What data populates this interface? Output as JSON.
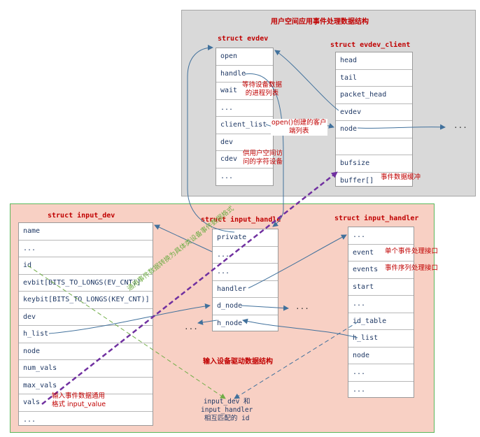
{
  "user_space": {
    "title": "用户空间应用事件处理数据结构",
    "evdev": {
      "title": "struct evdev",
      "fields": [
        "open",
        "handle",
        "wait",
        "...",
        "client_list",
        "dev",
        "cdev",
        "..."
      ]
    },
    "evdev_client": {
      "title": "struct evdev_client",
      "fields": [
        "head",
        "tail",
        "packet_head",
        "evdev",
        "node",
        "",
        "bufsize",
        "buffer[]"
      ]
    },
    "notes": {
      "wait_line1": "等待设备数据",
      "wait_line2": "的进程列表",
      "cdev_line1": "供用户空间访",
      "cdev_line2": "问的字符设备",
      "client_line1": "open()创建的客户",
      "client_line2": "端列表",
      "buffer": "事件数据缓冲"
    },
    "trailing_dots": "..."
  },
  "kernel_space": {
    "title": "输入设备驱动数据结构",
    "input_dev": {
      "title": "struct input_dev",
      "fields": [
        "name",
        "...",
        "id",
        "evbit[BITS_TO_LONGS(EV_CNT)]",
        "keybit[BITS_TO_LONGS(KEY_CNT)]",
        "dev",
        "h_list",
        "node",
        "num_vals",
        "max_vals",
        "vals",
        "..."
      ]
    },
    "input_handle": {
      "title": "struct input_handle",
      "fields": [
        "private",
        "...",
        "...",
        "handler",
        "d_node",
        "h_node"
      ]
    },
    "input_handler": {
      "title": "struct input_handler",
      "fields": [
        "...",
        "event",
        "events",
        "start",
        "...",
        "id_table",
        "h_list",
        "node",
        "...",
        "..."
      ]
    },
    "notes": {
      "event": "单个事件处理接口",
      "events": "事件序列处理接口",
      "vals_line1": "输入事件数据通用",
      "vals_line2": "格式 input_value",
      "diagonal": "通用事件数据转换为具体类设备事件数据格式"
    },
    "match": {
      "line1": "input_dev 和",
      "line2": "input_handler",
      "line3": "相互匹配的 id"
    },
    "dots_d_node": "...",
    "dots_h_node": "..."
  },
  "colors": {
    "user_bg": "#d9d9d9",
    "kernel_bg": "#f8d0c4",
    "kernel_border": "#5cb85c",
    "arrow": "#41719c",
    "red_text": "#c00000",
    "diag_dashed": "#7030a0",
    "match_dashed": "#70ad47"
  }
}
